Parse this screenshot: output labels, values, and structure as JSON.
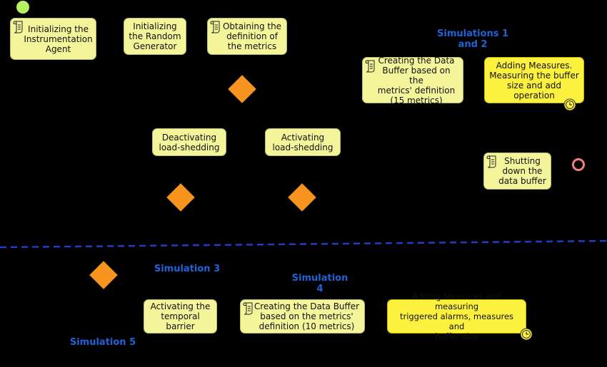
{
  "nodes": {
    "init_agent": "Initializing the\nInstrumentation\nAgent",
    "init_random": "Initializing\nthe Random\nGenerator",
    "obtain_def": "Obtaining the\ndefinition of\nthe metrics",
    "create_buffer_15": "Creating the Data\nBuffer based on the\nmetrics' definition\n(15 metrics)",
    "adding_measures_1": "Adding Measures.\nMeasuring the buffer\nsize and add operation",
    "deactivating": "Deactivating\nload-shedding",
    "activating": "Activating\nload-shedding",
    "shutting_down": "Shutting\ndown the\ndata buffer",
    "activating_temporal": "Activating the\ntemporal barrier",
    "create_buffer_10": "Creating the Data Buffer\nbased on the metrics'\ndefinition (10 metrics)",
    "adding_measures_2": "Adding Measures and measuring\ntriggered alarms, measures and\nbuffer size"
  },
  "labels": {
    "sim_1_2": "Simulations 1\nand 2",
    "sim_3": "Simulation 3",
    "sim_4": "Simulation\n4",
    "sim_5": "Simulation 5"
  },
  "colors": {
    "background": "#000000",
    "node_fill": "#f4f59b",
    "node_fill_highlight": "#fdf13f",
    "decision": "#f7941d",
    "label": "#1f63d6",
    "start": "#b6f060",
    "end": "#f08080",
    "separator": "#1f3fbf"
  },
  "icons": {
    "document": "script-document-icon",
    "timer": "timer-icon",
    "start": "initial-node",
    "end": "final-node"
  }
}
